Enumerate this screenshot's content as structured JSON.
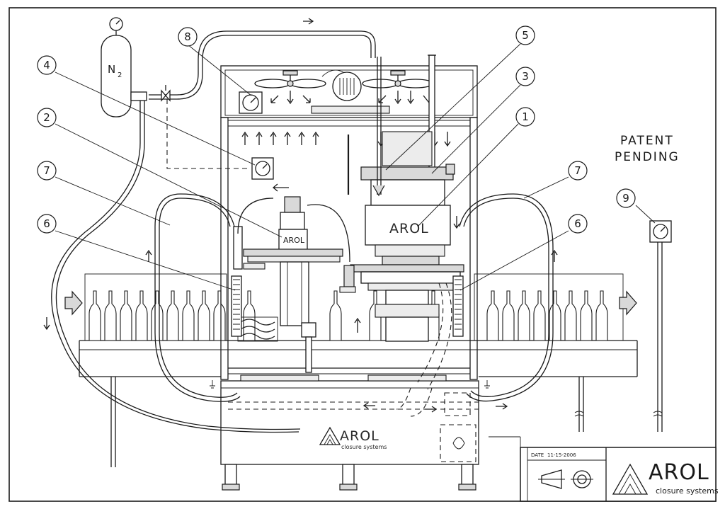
{
  "gas_label": "N",
  "gas_label_subscript": "2",
  "patent_line1": "PATENT",
  "patent_line2": "PENDING",
  "callouts": [
    "1",
    "2",
    "3",
    "4",
    "5",
    "6",
    "6",
    "7",
    "7",
    "8",
    "9"
  ],
  "capper_brand": "AROL",
  "filler_brand": "AROL",
  "base_brand": {
    "name": "AROL",
    "tagline": "closure systems"
  },
  "title_block": {
    "date_label": "DATE",
    "date_value": "11-15-2006",
    "brand": "AROL",
    "tagline": "closure systems"
  }
}
